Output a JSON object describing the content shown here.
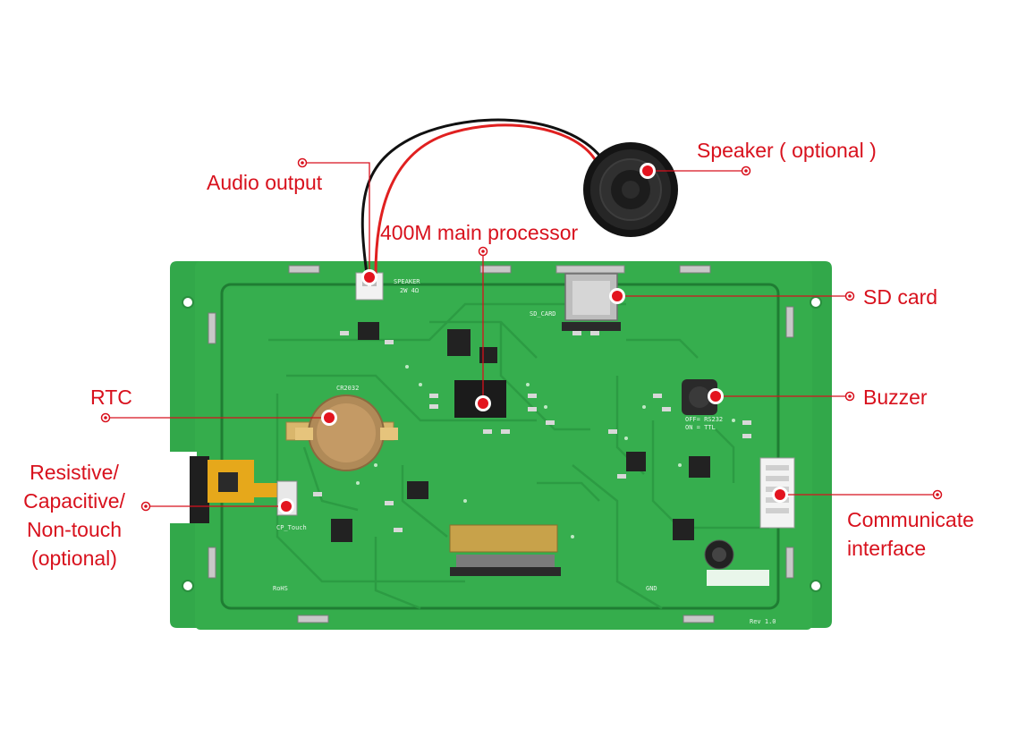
{
  "diagram": {
    "labels": {
      "audio_output": "Audio output",
      "speaker": "Speaker ( optional )",
      "main_processor": "400M main processor",
      "sd_card": "SD card",
      "rtc": "RTC",
      "buzzer": "Buzzer",
      "touch_line1": "Resistive/",
      "touch_line2": "Capacitive/",
      "touch_line3": "Non-touch",
      "touch_line4": "(optional)",
      "comm_line1": "Communicate",
      "comm_line2": "interface"
    },
    "board_markings": {
      "speaker": "SPEAKER",
      "speaker_rating": "2W 4Ω",
      "sd_card": "SD_CARD",
      "battery": "CR2032",
      "touch": "CP_Touch",
      "rs232": "OFF= RS232",
      "ttl": "ON = TTL",
      "revision": "Rev 1.0",
      "rohs": "RoHS",
      "gnd": "GND"
    },
    "colors": {
      "label": "#d8111d",
      "pcb": "#32a84a",
      "pcb_dark": "#1f7d33",
      "trace": "#2b9a42"
    }
  }
}
